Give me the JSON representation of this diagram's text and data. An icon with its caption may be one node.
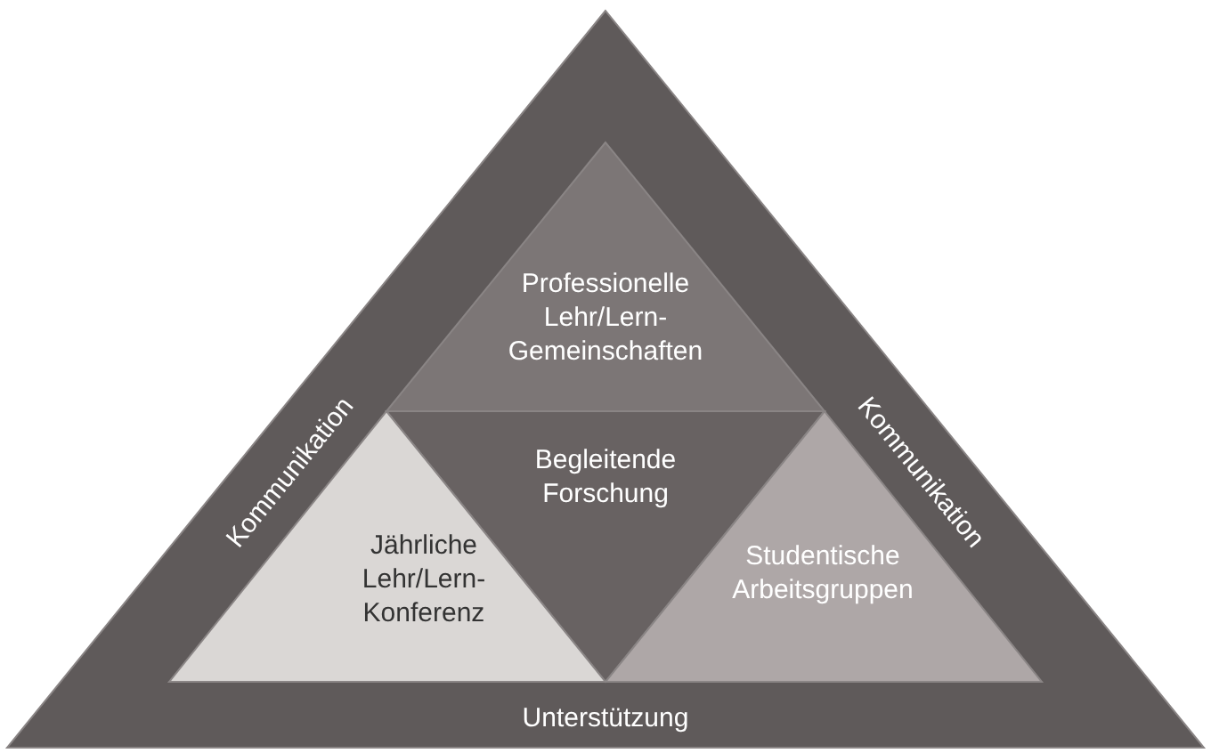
{
  "diagram": {
    "nodes": [
      {
        "text": [
          "Kommunikation",
          "Kommunikation",
          "Unterstützung"
        ]
      },
      {
        "text": [
          "Professionelle Lehr/Lern-Gemeinschaften"
        ],
        "in": 0
      },
      {
        "text": [
          "Begleitende Forschung"
        ],
        "in": 0
      },
      {
        "text": [
          "Jährliche Lehr/Lern-Konferenz"
        ],
        "in": 0
      },
      {
        "text": [
          "Studentische Arbeitsgruppen"
        ],
        "in": 0
      }
    ]
  }
}
